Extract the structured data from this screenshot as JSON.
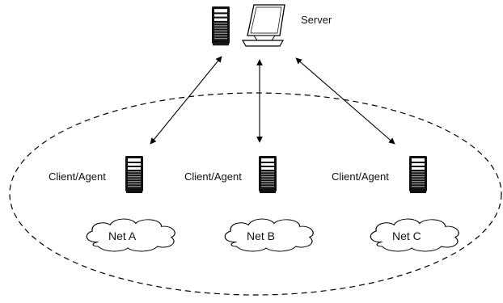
{
  "server": {
    "label": "Server",
    "icons": [
      "server-tower-icon",
      "monitor-icon"
    ]
  },
  "clients": [
    {
      "label": "Client/Agent",
      "icon": "server-tower-icon",
      "network": "Net A"
    },
    {
      "label": "Client/Agent",
      "icon": "server-tower-icon",
      "network": "Net B"
    },
    {
      "label": "Client/Agent",
      "icon": "server-tower-icon",
      "network": "Net C"
    }
  ],
  "boundary": {
    "style": "dashed-ellipse"
  },
  "links": [
    {
      "from": "server",
      "to": "clients.0",
      "direction": "bidirectional"
    },
    {
      "from": "server",
      "to": "clients.1",
      "direction": "bidirectional"
    },
    {
      "from": "server",
      "to": "clients.2",
      "direction": "bidirectional"
    }
  ],
  "colors": {
    "stroke": "#000000",
    "fill": "#ffffff"
  }
}
